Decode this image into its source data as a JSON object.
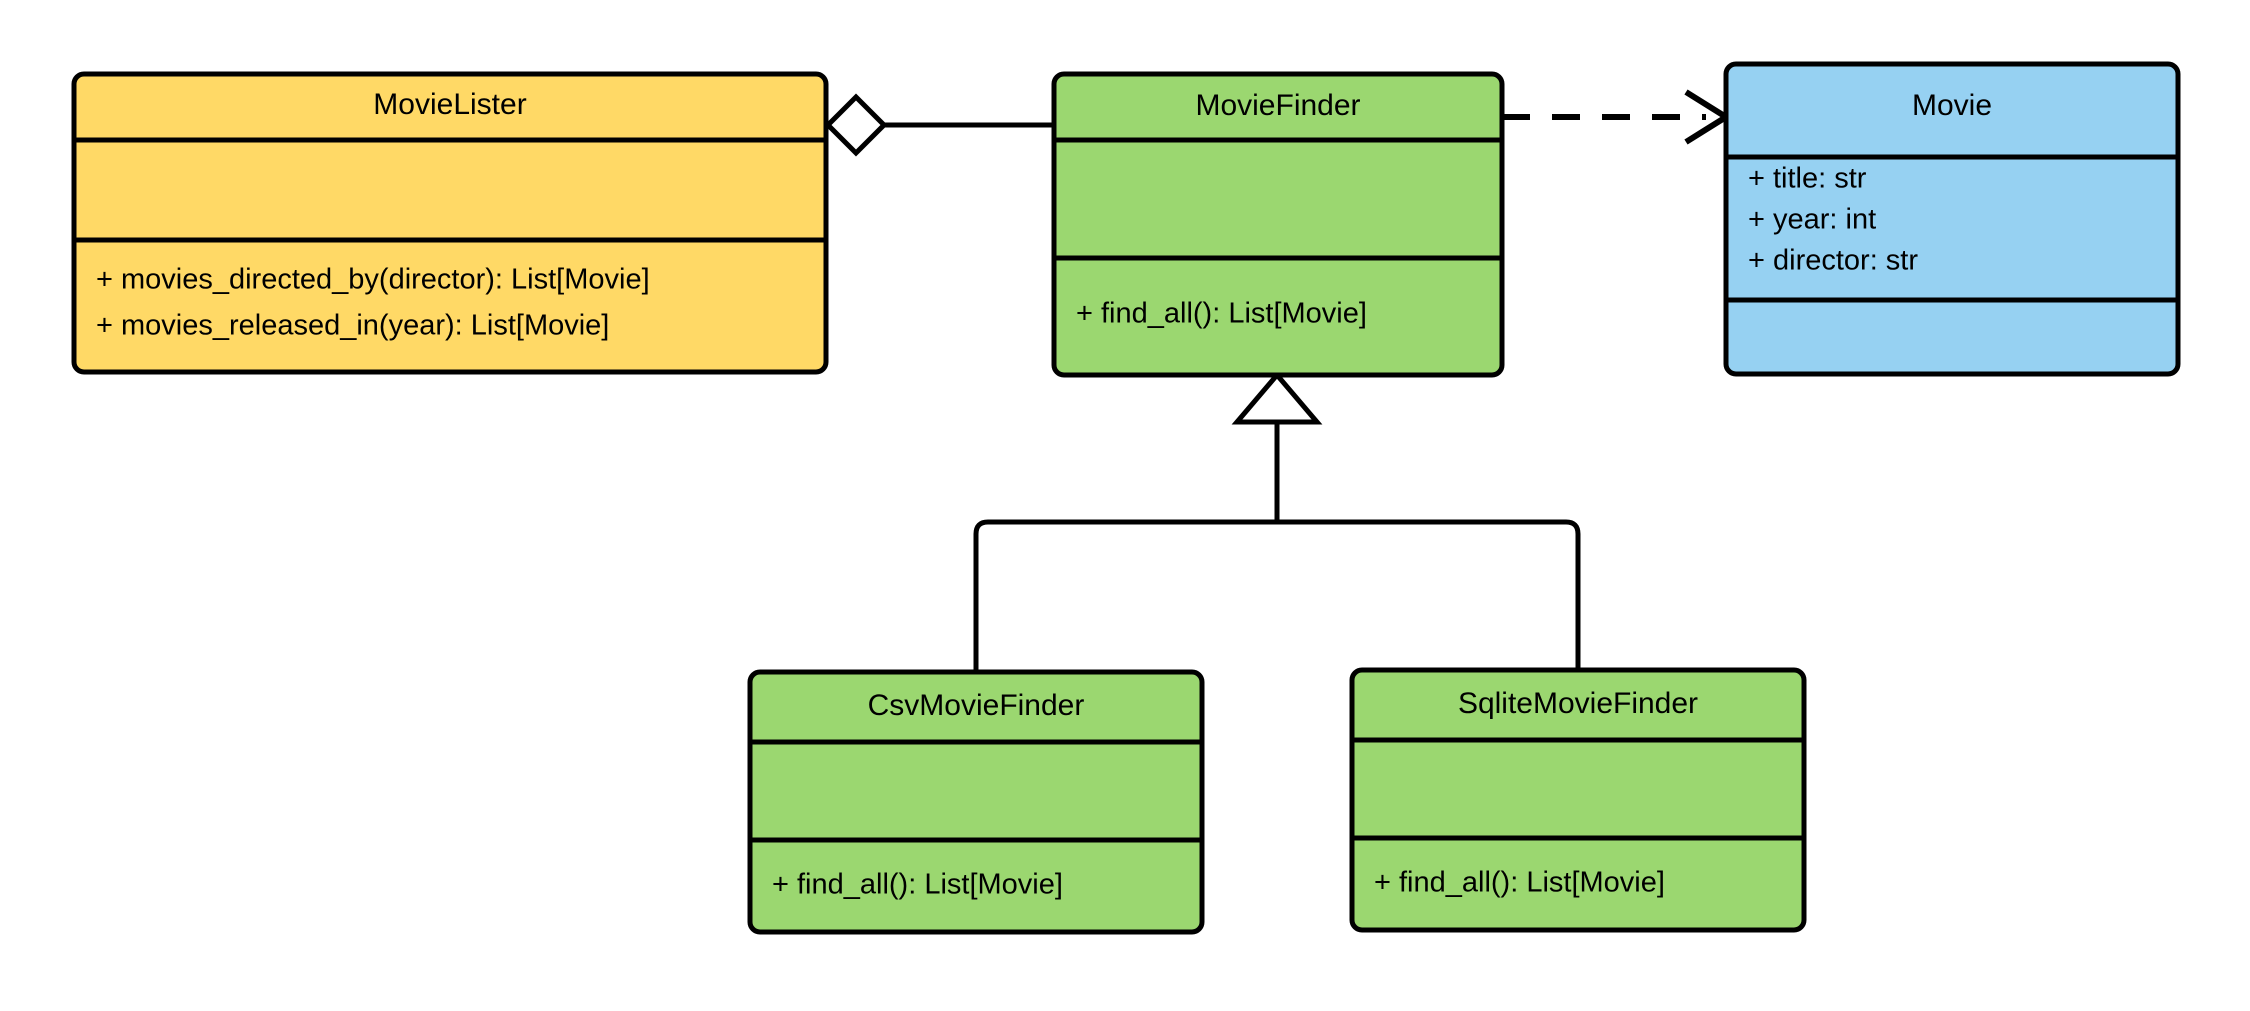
{
  "diagram": {
    "kind": "uml-class-diagram",
    "background": "#ffffff",
    "line_color": "#000000",
    "palette": {
      "yellow": "#FFD966",
      "green": "#9BD770",
      "blue": "#96D1F2",
      "white": "#FFFFFF",
      "stroke": "#000000"
    }
  },
  "classes": {
    "movie_lister": {
      "name": "MovieLister",
      "fill": "#FFD966",
      "attributes": [],
      "methods": [
        "+ movies_directed_by(director): List[Movie]",
        "+ movies_released_in(year): List[Movie]"
      ]
    },
    "movie_finder": {
      "name": "MovieFinder",
      "fill": "#9BD770",
      "attributes": [],
      "methods": [
        "+ find_all(): List[Movie]"
      ]
    },
    "movie": {
      "name": "Movie",
      "fill": "#96D1F2",
      "attributes": [
        "+ title: str",
        "+ year: int",
        "+ director: str"
      ],
      "methods": []
    },
    "csv_movie_finder": {
      "name": "CsvMovieFinder",
      "fill": "#9BD770",
      "attributes": [],
      "methods": [
        "+ find_all(): List[Movie]"
      ]
    },
    "sqlite_movie_finder": {
      "name": "SqliteMovieFinder",
      "fill": "#9BD770",
      "attributes": [],
      "methods": [
        "+ find_all(): List[Movie]"
      ]
    }
  },
  "relationships": [
    {
      "id": "aggregation",
      "type": "aggregation",
      "from": "MovieLister",
      "to": "MovieFinder",
      "marker": "hollow-diamond",
      "line": "solid",
      "label": ""
    },
    {
      "id": "dependency",
      "type": "dependency",
      "from": "MovieFinder",
      "to": "Movie",
      "marker": "open-arrow",
      "line": "dashed",
      "label": ""
    },
    {
      "id": "inheritance-csv",
      "type": "generalization",
      "from": "CsvMovieFinder",
      "to": "MovieFinder",
      "marker": "hollow-triangle",
      "line": "solid",
      "label": ""
    },
    {
      "id": "inheritance-sqlite",
      "type": "generalization",
      "from": "SqliteMovieFinder",
      "to": "MovieFinder",
      "marker": "hollow-triangle",
      "line": "solid",
      "label": ""
    }
  ]
}
